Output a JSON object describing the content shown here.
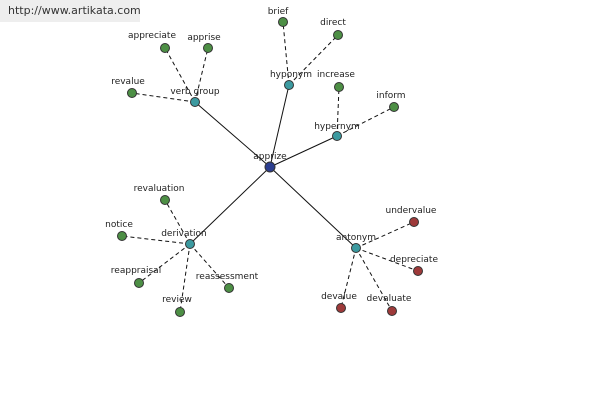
{
  "source_url": "http://www.artikata.com",
  "colors": {
    "center": "#2c3e8f",
    "relation": "#3c9aa0",
    "synonym_word": "#4d8f45",
    "antonym_word": "#9e3a3a",
    "edge": "#111111"
  },
  "center": {
    "label": "apprize"
  },
  "relations": [
    {
      "label": "verb group",
      "kind": "synonym",
      "words": [
        "appreciate",
        "apprise",
        "revalue"
      ]
    },
    {
      "label": "hyponym",
      "kind": "synonym",
      "words": [
        "brief",
        "direct"
      ]
    },
    {
      "label": "hypernym",
      "kind": "synonym",
      "words": [
        "increase",
        "inform"
      ]
    },
    {
      "label": "derivation",
      "kind": "synonym",
      "words": [
        "revaluation",
        "notice",
        "reappraisal",
        "review",
        "reassessment"
      ]
    },
    {
      "label": "antonym",
      "kind": "antonym",
      "words": [
        "undervalue",
        "depreciate",
        "devalue",
        "devaluate"
      ]
    }
  ]
}
